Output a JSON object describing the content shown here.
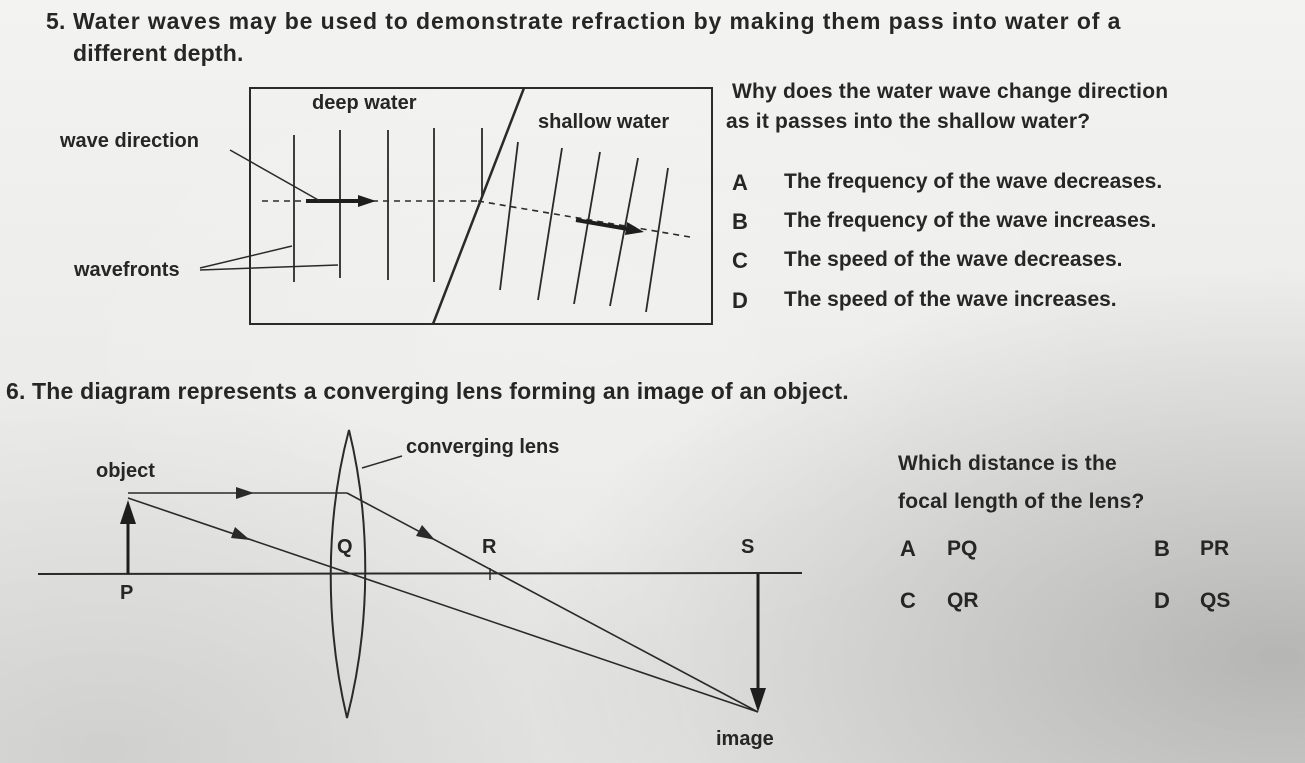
{
  "q5": {
    "number": "5.",
    "line1": "Water waves may be used to demonstrate refraction by making them pass into water of a",
    "line2": "different depth.",
    "diagram": {
      "deep_label": "deep water",
      "shallow_label": "shallow water",
      "wave_direction_label": "wave direction",
      "wavefronts_label": "wavefronts"
    },
    "question_line1": "Why does the water wave change direction",
    "question_line2": "as it passes into the shallow water?",
    "options": [
      {
        "letter": "A",
        "text": "The frequency of the wave decreases."
      },
      {
        "letter": "B",
        "text": "The frequency of the wave increases."
      },
      {
        "letter": "C",
        "text": "The speed of the wave decreases."
      },
      {
        "letter": "D",
        "text": "The speed of the wave increases."
      }
    ]
  },
  "q6": {
    "number": "6.",
    "stem": "The diagram represents a converging lens forming an image of an object.",
    "diagram": {
      "lens_label": "converging lens",
      "object_label": "object",
      "image_label": "image",
      "point_p": "P",
      "point_q": "Q",
      "point_r": "R",
      "point_s": "S"
    },
    "question_line1": "Which distance is the",
    "question_line2": "focal length of the lens?",
    "options": [
      {
        "letter": "A",
        "text": "PQ"
      },
      {
        "letter": "B",
        "text": "PR"
      },
      {
        "letter": "C",
        "text": "QR"
      },
      {
        "letter": "D",
        "text": "QS"
      }
    ]
  }
}
